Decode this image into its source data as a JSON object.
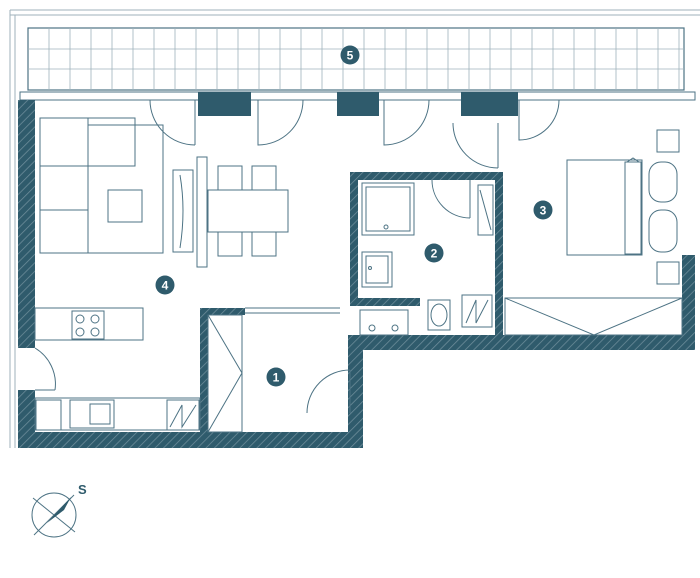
{
  "colors": {
    "wall": "#2f5b6c",
    "line": "#4d7384",
    "light_line": "#9fb2bb",
    "fill_light": "#ffffff",
    "badge": "#2f5b6c"
  },
  "rooms": [
    {
      "id": "room-1",
      "label": "1"
    },
    {
      "id": "room-2",
      "label": "2"
    },
    {
      "id": "room-3",
      "label": "3"
    },
    {
      "id": "room-4",
      "label": "4"
    },
    {
      "id": "room-5",
      "label": "5"
    }
  ],
  "compass": {
    "label": "S"
  }
}
